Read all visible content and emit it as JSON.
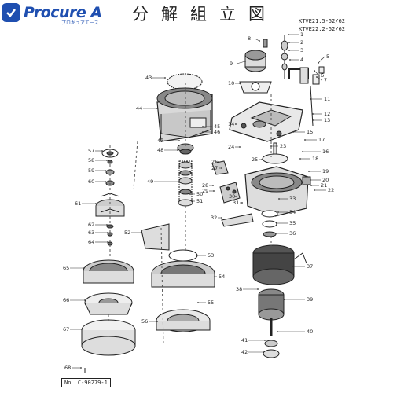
{
  "brand": {
    "name": "Procure A",
    "kana": "プロキュアエース"
  },
  "title": "分解組立図",
  "models": [
    "KTVE21.5-52/62",
    "KTVE22.2-52/62"
  ],
  "doc_number": "C-90279-1",
  "doc_prefix": "No.",
  "part_numbers": [
    "1",
    "2",
    "3",
    "4",
    "5",
    "6",
    "7",
    "8",
    "9",
    "10",
    "11",
    "12",
    "13",
    "14",
    "15",
    "16",
    "17",
    "18",
    "19",
    "20",
    "21",
    "22",
    "23",
    "24",
    "25",
    "26",
    "27",
    "28",
    "29",
    "30",
    "31",
    "32",
    "33",
    "34",
    "35",
    "36",
    "37",
    "38",
    "39",
    "40",
    "41",
    "42",
    "43",
    "44",
    "45",
    "46",
    "47",
    "48",
    "49",
    "50",
    "51",
    "52",
    "53",
    "54",
    "55",
    "56",
    "57",
    "58",
    "59",
    "60",
    "61",
    "62",
    "63",
    "64",
    "65",
    "66",
    "67",
    "68"
  ]
}
